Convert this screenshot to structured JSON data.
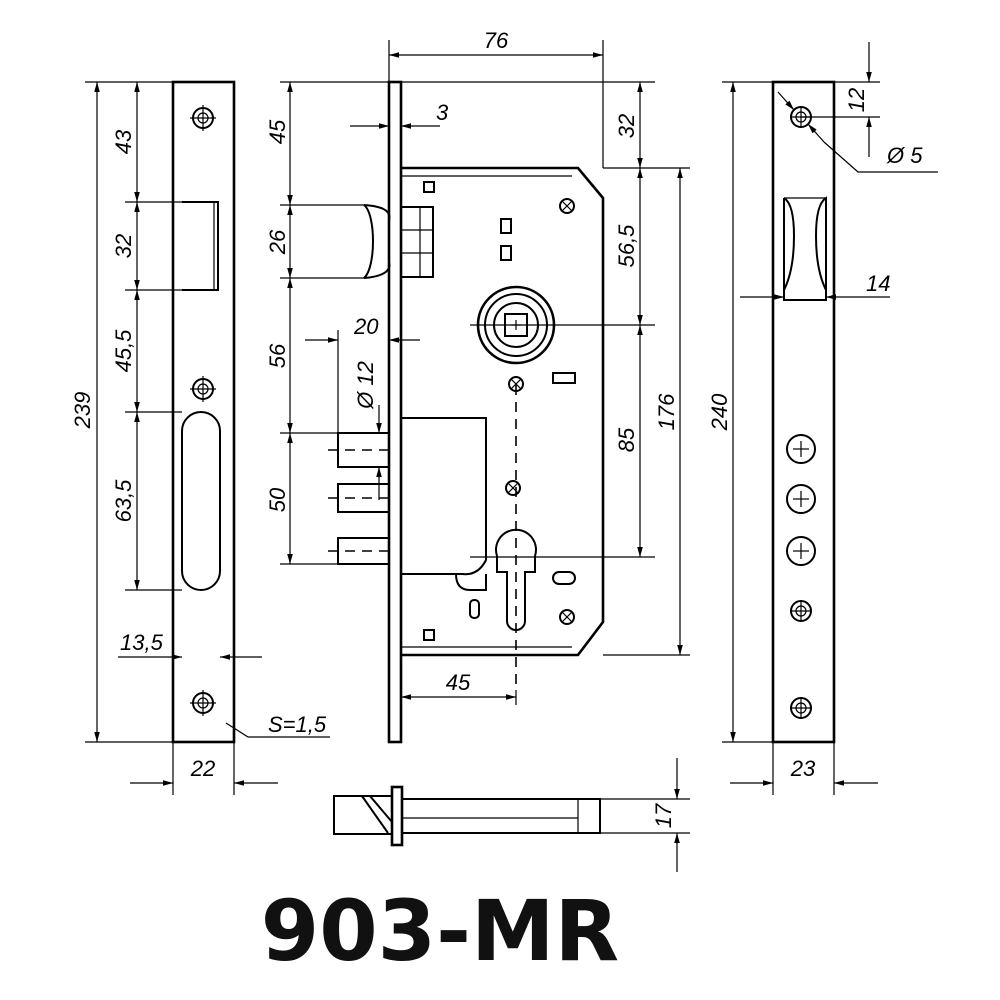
{
  "model_label": "903-MR",
  "faceplate": {
    "dims": {
      "total_height": "239",
      "top_to_latch": "43",
      "latch_opening": "32",
      "latch_to_bolt": "45,5",
      "bolt_opening": "63,5",
      "opening_offset": "13,5",
      "width": "22",
      "thickness": "S=1,5"
    }
  },
  "lock_body": {
    "dims": {
      "body_depth": "76",
      "plate_thickness": "3",
      "top_to_latch": "45",
      "latch_height": "26",
      "latch_to_bolt": "56",
      "bolt_height": "50",
      "bolt_projection": "20",
      "bolt_diameter": "Ø 12",
      "top_offset": "32",
      "top_to_spindle": "56,5",
      "spindle_to_cylinder": "85",
      "case_height": "176",
      "backset": "45"
    }
  },
  "front_plate": {
    "dims": {
      "top_to_hole": "12",
      "hole_diameter": "Ø 5",
      "latch_depth": "14",
      "total_height": "240",
      "width": "23"
    }
  },
  "bottom_view": {
    "dims": {
      "thickness": "17"
    }
  }
}
